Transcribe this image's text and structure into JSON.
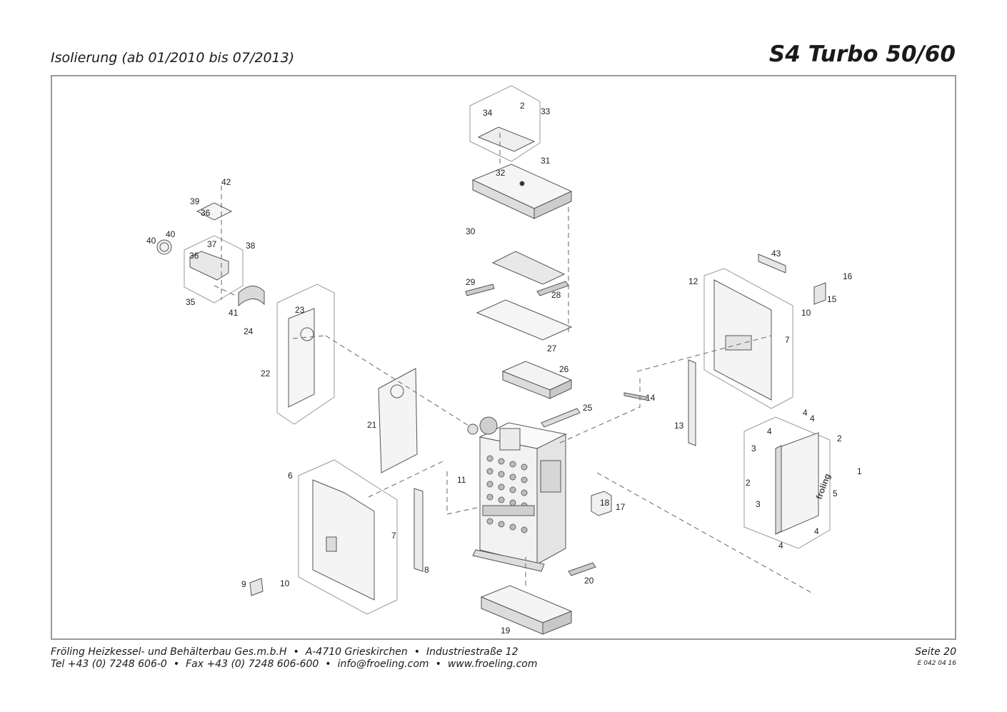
{
  "header": {
    "subtitle": "Isolierung (ab 01/2010 bis 07/2013)",
    "model": "S4 Turbo 50/60"
  },
  "footer": {
    "company": "Fröling Heizkessel- und Behälterbau Ges.m.b.H",
    "address": "A-4710 Grieskirchen",
    "street": "Industriestraße 12",
    "phone": "Tel +43 (0) 7248 606-0",
    "fax": "Fax +43 (0) 7248 606-600",
    "email": "info@froeling.com",
    "web": "www.froeling.com",
    "bullet": "•",
    "page": "Seite 20",
    "doc_code": "E 042 04 16"
  },
  "drawing": {
    "brand_on_door": "froling",
    "callouts": [
      "1",
      "2",
      "2",
      "2",
      "3",
      "3",
      "4",
      "4",
      "4",
      "4",
      "4",
      "5",
      "6",
      "7",
      "7",
      "8",
      "9",
      "10",
      "10",
      "11",
      "12",
      "13",
      "14",
      "15",
      "16",
      "17",
      "18",
      "19",
      "20",
      "21",
      "22",
      "23",
      "24",
      "25",
      "26",
      "27",
      "28",
      "29",
      "30",
      "31",
      "32",
      "33",
      "34",
      "35",
      "36",
      "36",
      "37",
      "38",
      "39",
      "40",
      "40",
      "41",
      "42",
      "43"
    ]
  }
}
